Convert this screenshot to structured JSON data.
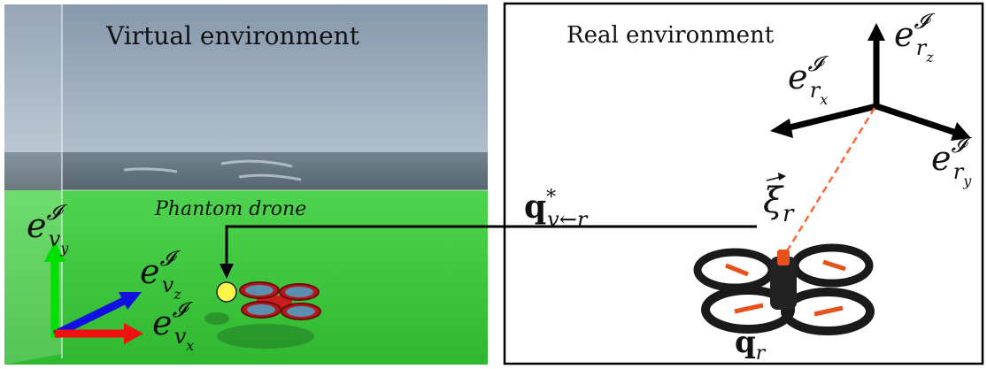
{
  "left_panel": {
    "title": "Virtual environment",
    "phantom_label": "Phantom drone",
    "axes": {
      "y": {
        "base": "e",
        "sup": "𝓘",
        "sub": "v",
        "subsub": "y",
        "color": "#00e000"
      },
      "z": {
        "base": "e",
        "sup": "𝓘",
        "sub": "v",
        "subsub": "z",
        "color": "#1010e0"
      },
      "x": {
        "base": "e",
        "sup": "𝓘",
        "sub": "v",
        "subsub": "x",
        "color": "#f01010"
      }
    }
  },
  "right_panel": {
    "title": "Real environment",
    "axes": {
      "z": {
        "base": "e",
        "sup": "𝓘",
        "sub": "r",
        "subsub": "z"
      },
      "x": {
        "base": "e",
        "sup": "𝓘",
        "sub": "r",
        "subsub": "x"
      },
      "y": {
        "base": "e",
        "sup": "𝓘",
        "sub": "r",
        "subsub": "y"
      }
    },
    "xi_label": {
      "base": "ξ",
      "sub": "r"
    },
    "q_r_label": {
      "base": "q",
      "sub": "r"
    }
  },
  "connector": {
    "label_base": "q",
    "label_sup": "*",
    "label_sub": "v←r"
  },
  "colors": {
    "sky": "#8fa3b8",
    "sea": "#566a78",
    "ground": "#3fc93f",
    "frame": "#000000",
    "dashed": "#ff6633",
    "phantom": "#fff44a",
    "drone_red": "#c81e1e"
  }
}
